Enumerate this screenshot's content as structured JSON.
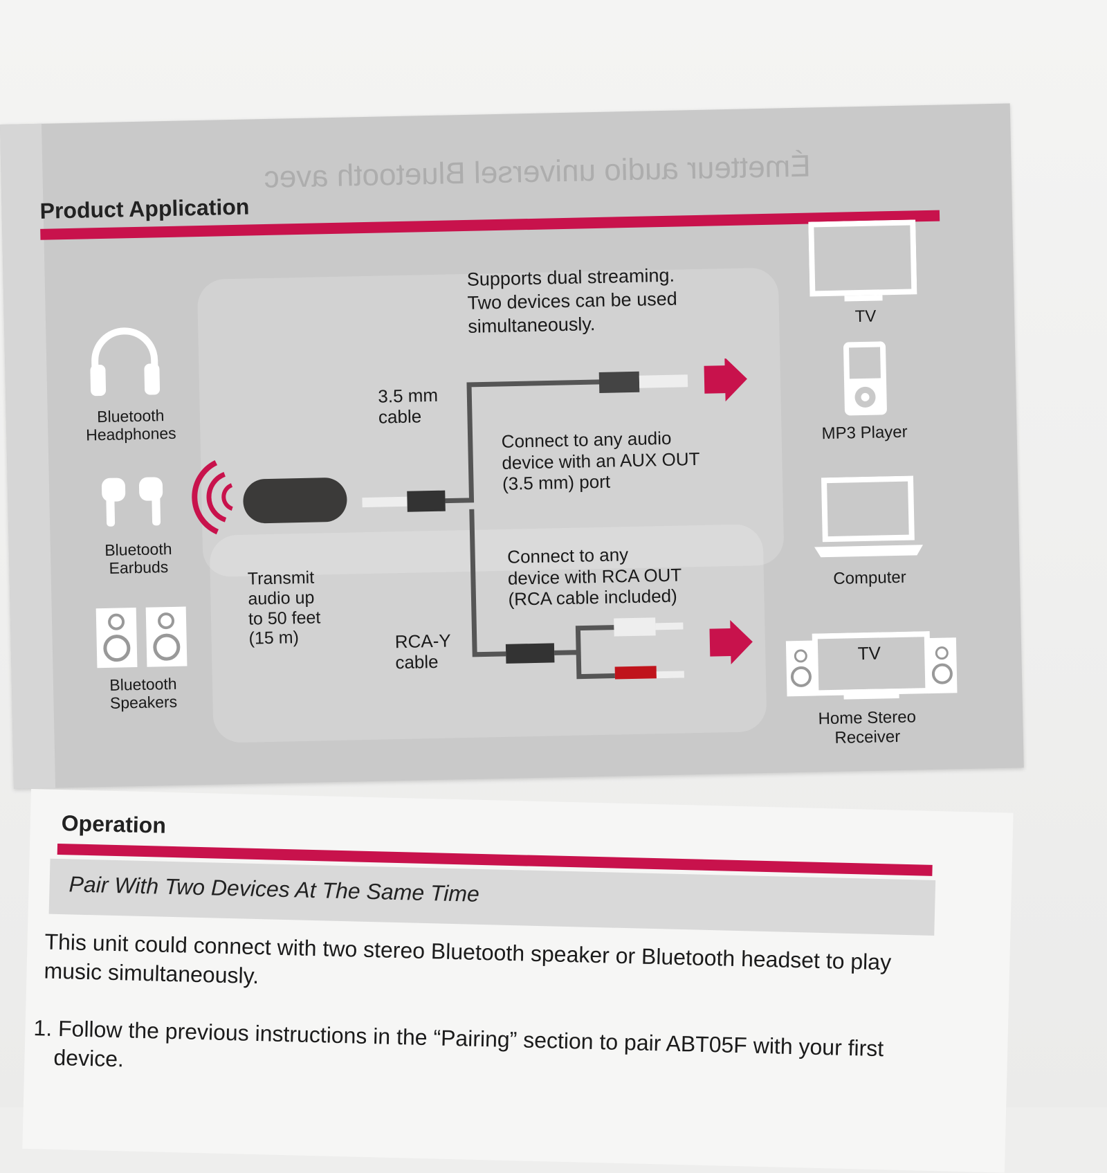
{
  "product_application": {
    "title": "Product Application",
    "dual_note": [
      "Supports dual streaming.",
      "Two devices can be used",
      "simultaneously."
    ],
    "left_devices": [
      {
        "label": [
          "Bluetooth",
          "Headphones"
        ],
        "icon": "headphones-icon"
      },
      {
        "label": [
          "Bluetooth",
          "Earbuds"
        ],
        "icon": "earbuds-icon"
      },
      {
        "label": [
          "Bluetooth",
          "Speakers"
        ],
        "icon": "speakers-icon"
      }
    ],
    "transmit": [
      "Transmit",
      "audio up",
      "to 50 feet",
      "(15 m)"
    ],
    "cable_35": [
      "3.5 mm",
      "cable"
    ],
    "cable_rca": [
      "RCA-Y",
      "cable"
    ],
    "aux_note": [
      "Connect to any audio",
      "device with an AUX OUT",
      "(3.5 mm) port"
    ],
    "rca_note": [
      "Connect to any",
      "device with RCA OUT",
      "(RCA cable included)"
    ],
    "right_devices": {
      "tv": "TV",
      "mp3": "MP3 Player",
      "computer": "Computer",
      "stereo_screen": "TV",
      "stereo": [
        "Home Stereo",
        "Receiver"
      ]
    },
    "accent_color": "#c8124c"
  },
  "operation": {
    "title": "Operation",
    "subheading": "Pair With Two Devices At The Same Time",
    "paragraph": [
      "This unit could connect with two stereo Bluetooth speaker or Bluetooth headset to play",
      "music simultaneously."
    ],
    "step1": [
      "1. Follow the previous instructions in the “Pairing” section to pair ABT05F with your first",
      "device."
    ]
  }
}
